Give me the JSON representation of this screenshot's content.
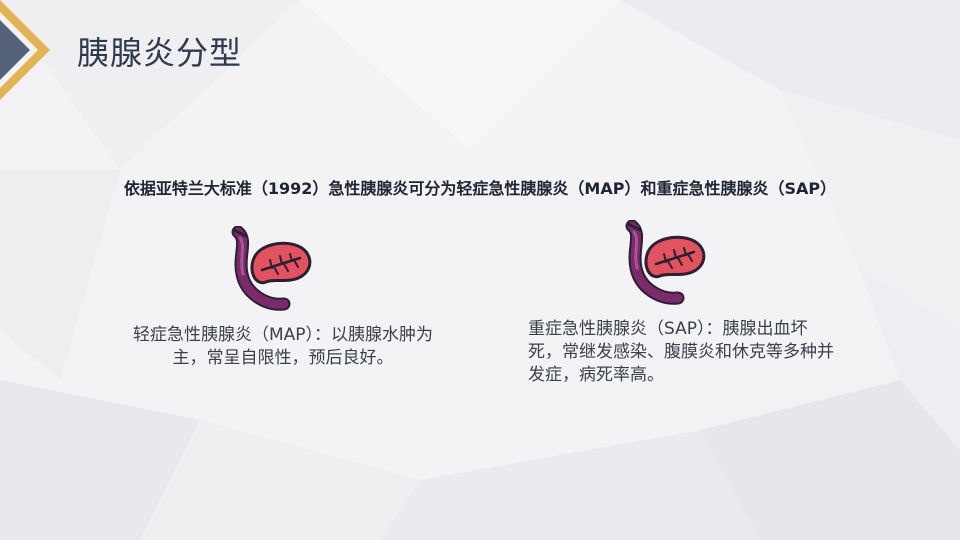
{
  "slide": {
    "title": "胰腺炎分型",
    "headline": "依据亚特兰大标准（1992）急性胰腺炎可分为轻症急性胰腺炎（MAP）和重症急性胰腺炎（SAP）"
  },
  "types": [
    {
      "icon": "pancreas-icon",
      "text": "轻症急性胰腺炎（MAP）：以胰腺水肿为主，常呈自限性，预后良好。"
    },
    {
      "icon": "pancreas-icon",
      "text": "重症急性胰腺炎（SAP）：胰腺出血坏死，常继发感染、腹膜炎和休克等多种并发症，病死率高。"
    }
  ],
  "colors": {
    "corner_accent": "#e2b455",
    "corner_dark": "#56627a",
    "organ_tube": "#7b2a6a",
    "organ_body": "#e3525f",
    "title_text": "#2f3a4d"
  }
}
